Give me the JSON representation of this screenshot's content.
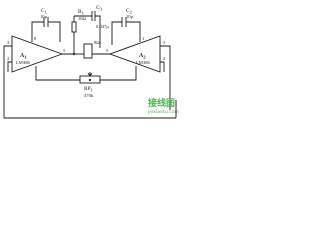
{
  "c1": {
    "name": "C",
    "sub": "1",
    "value": "10μ"
  },
  "r1": {
    "name": "R",
    "sub": "1",
    "value": "10Ω"
  },
  "c3": {
    "name": "C",
    "sub": "3",
    "value": "0.047μ"
  },
  "c2": {
    "name": "C",
    "sub": "2",
    "value": "10μ"
  },
  "a1": {
    "name": "A",
    "sub": "1",
    "type": "LM386"
  },
  "a2": {
    "name": "A",
    "sub": "2",
    "type": "LM386"
  },
  "speaker": {
    "value": "8Ω"
  },
  "rp1": {
    "name": "RP",
    "sub": "1",
    "value": "470k"
  },
  "pins": {
    "a1_top": "8",
    "a1_out": "5",
    "a1_bot": "2",
    "a1_left": "3",
    "a2_top": "1",
    "a2_out": "5",
    "a2_bot": "2",
    "a2_right": "3"
  },
  "watermark": {
    "main": "接线图",
    "sub": "jiexiantu.com"
  },
  "colors": {
    "ink": "#1a1a1a",
    "watermark": "#4caf50"
  }
}
